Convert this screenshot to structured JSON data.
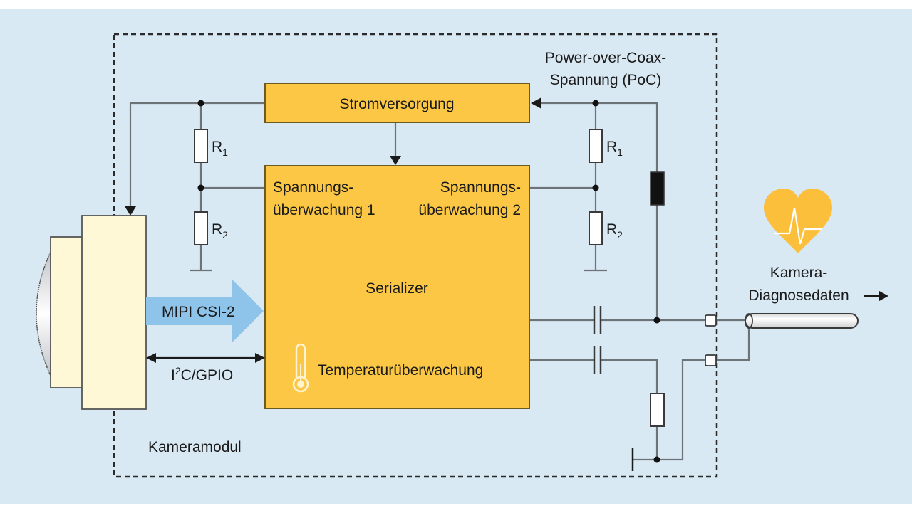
{
  "diagram": {
    "module_label": "Kameramodul",
    "power_supply": "Stromversorgung",
    "serializer": "Serializer",
    "voltage_monitor_1": [
      "Spannungs-",
      "überwachung 1"
    ],
    "voltage_monitor_2": [
      "Spannungs-",
      "überwachung 2"
    ],
    "temperature_monitor": "Temperaturüberwachung",
    "poc_label": [
      "Power-over-Coax-",
      "Spannung (PoC)"
    ],
    "mipi_label": "MIPI CSI-2",
    "i2c_label_main": "I",
    "i2c_label_sup": "2",
    "i2c_label_rest": "C/GPIO",
    "resistor_left_1": "R",
    "resistor_left_1_sub": "1",
    "resistor_left_2": "R",
    "resistor_left_2_sub": "2",
    "resistor_right_1": "R",
    "resistor_right_1_sub": "1",
    "resistor_right_2": "R",
    "resistor_right_2_sub": "2",
    "diagnostics_label": [
      "Kamera-",
      "Diagnosedaten"
    ],
    "diagnostics_arrow": "→",
    "icons": [
      "heartbeat-icon",
      "thermometer-icon",
      "camera-lens-icon",
      "coax-cable-icon"
    ],
    "colors": {
      "background": "#d9e9f3",
      "block_fill": "#fbc744",
      "camera_body": "#fff8d6",
      "mipi_arrow": "#8ec3ea",
      "wire": "#6e7378",
      "heart": "#fbbf3c"
    }
  }
}
